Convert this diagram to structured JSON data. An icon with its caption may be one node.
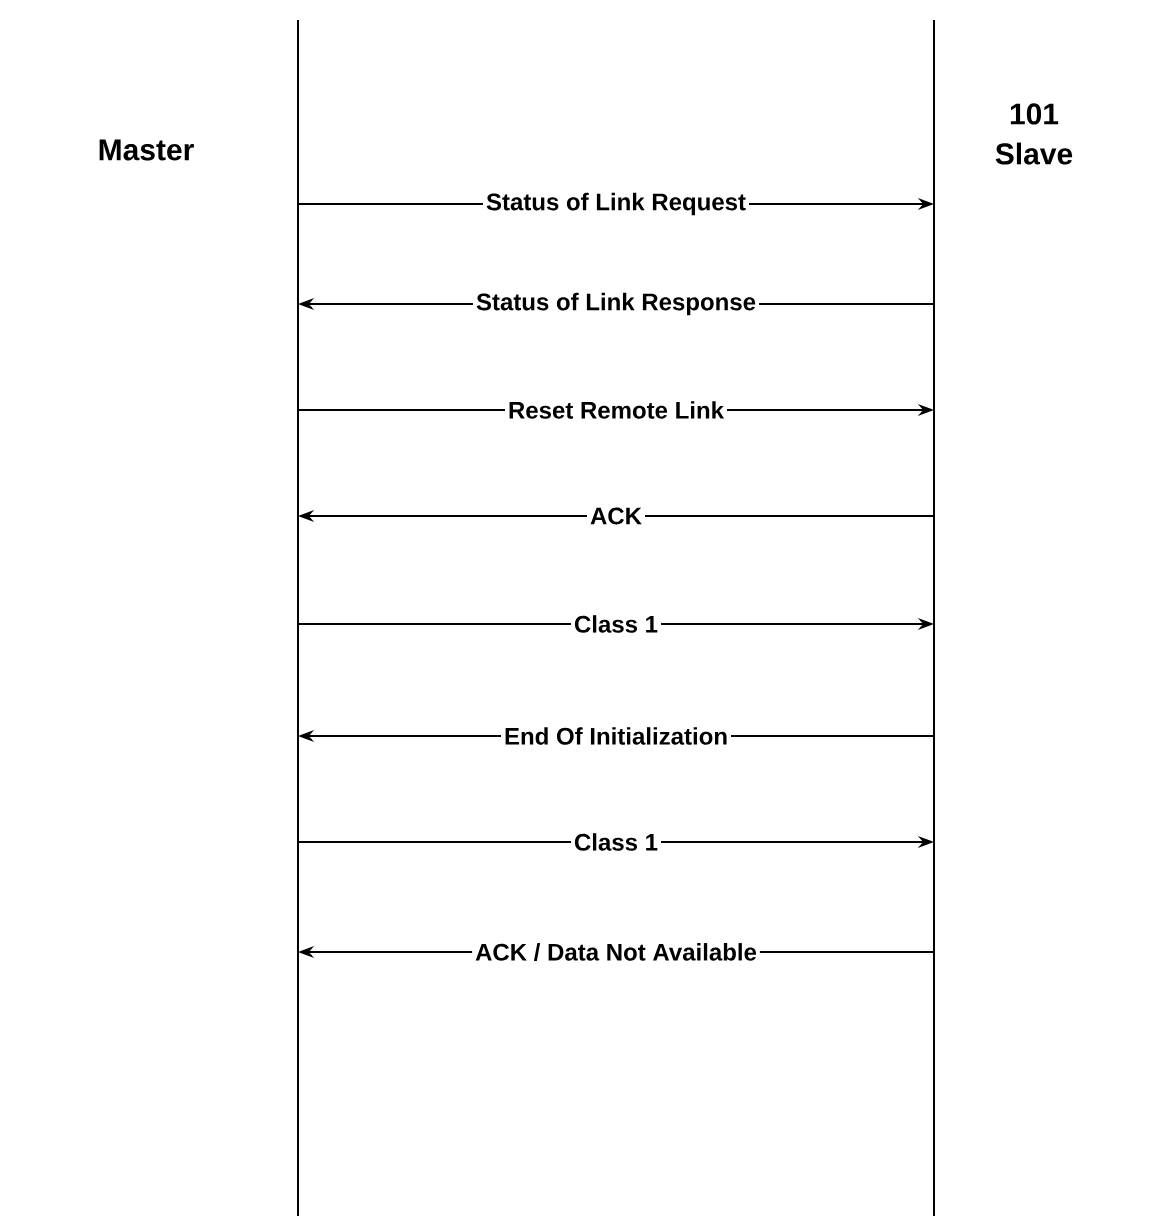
{
  "diagram": {
    "nodes": [
      {
        "text": [],
        "shape": "bar",
        "beside": [
          "Master"
        ]
      },
      {
        "text": [],
        "shape": "bar",
        "beside": [
          "101 Slave"
        ]
      }
    ],
    "edges": [
      {
        "from": 0,
        "to": 1,
        "arrow": "to",
        "label": "Status of Link Request"
      },
      {
        "from": 1,
        "to": 0,
        "arrow": "to",
        "label": "Status of Link Response"
      },
      {
        "from": 0,
        "to": 1,
        "arrow": "to",
        "label": "Reset Remote Link"
      },
      {
        "from": 1,
        "to": 0,
        "arrow": "to",
        "label": "ACK"
      },
      {
        "from": 0,
        "to": 1,
        "arrow": "to",
        "label": "Class 1"
      },
      {
        "from": 1,
        "to": 0,
        "arrow": "to",
        "label": "End Of Initialization"
      },
      {
        "from": 0,
        "to": 1,
        "arrow": "to",
        "label": "Class 1"
      },
      {
        "from": 1,
        "to": 0,
        "arrow": "to",
        "label": "ACK / Data Not Available"
      }
    ]
  }
}
